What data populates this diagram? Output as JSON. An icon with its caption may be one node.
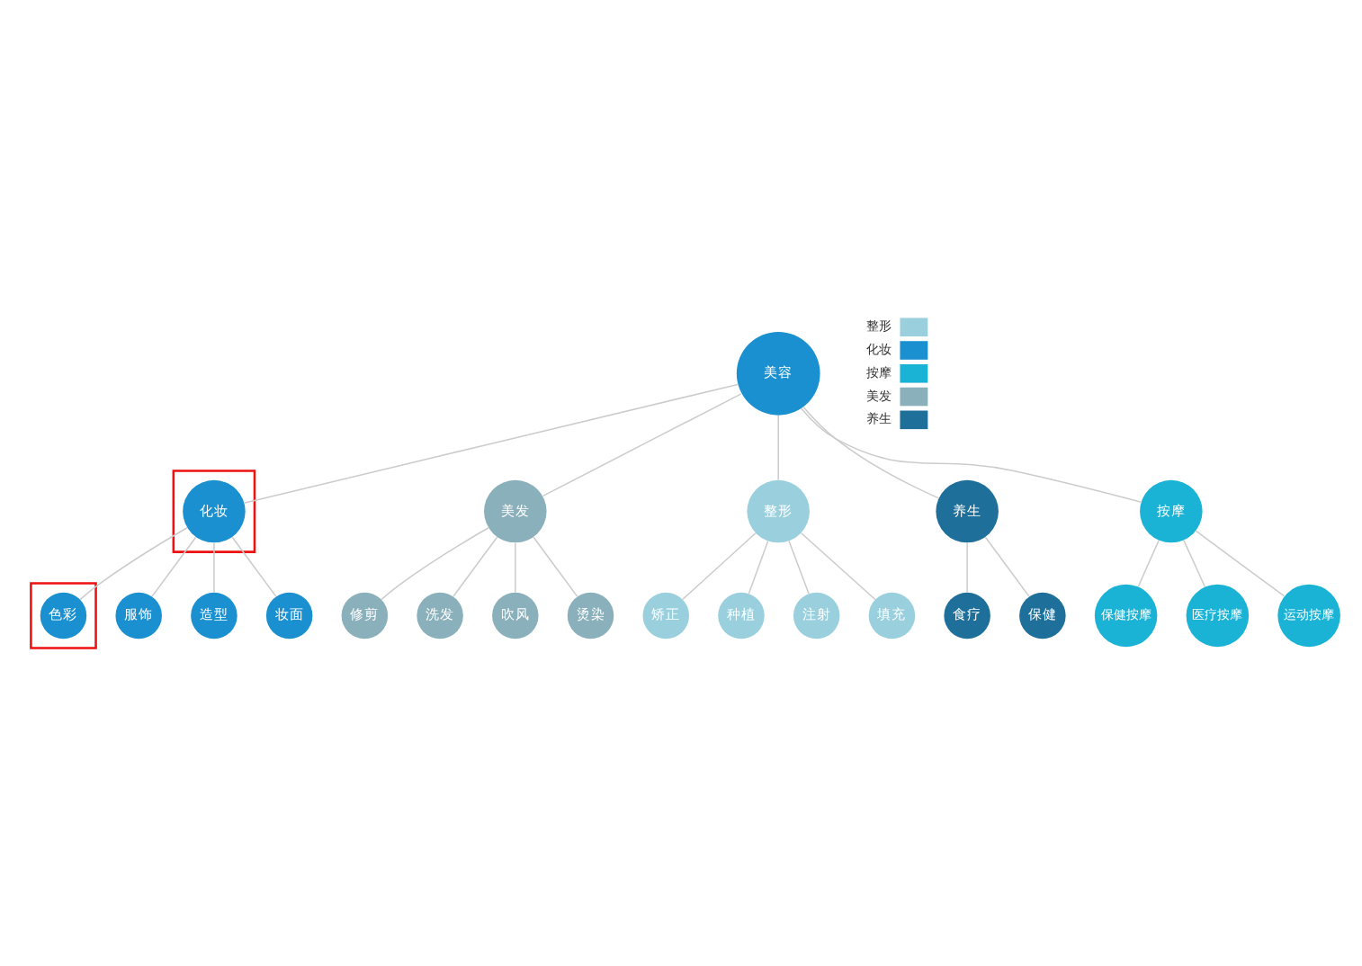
{
  "diagram": {
    "nodes": [
      {
        "text": [
          "美容"
        ]
      },
      {
        "text": [],
        "shape": "box"
      },
      {
        "text": [
          "化妆"
        ],
        "in": 1
      },
      {
        "text": [],
        "shape": "box"
      },
      {
        "text": [
          "色彩"
        ],
        "in": 3
      },
      {
        "text": [
          "服饰"
        ]
      },
      {
        "text": [
          "造型"
        ]
      },
      {
        "text": [
          "妆面"
        ]
      },
      {
        "text": [
          "美发"
        ]
      },
      {
        "text": [
          "修剪"
        ]
      },
      {
        "text": [
          "洗发"
        ]
      },
      {
        "text": [
          "吹风"
        ]
      },
      {
        "text": [
          "烫染"
        ]
      },
      {
        "text": [
          "整形"
        ]
      },
      {
        "text": [
          "矫正"
        ]
      },
      {
        "text": [
          "种植"
        ]
      },
      {
        "text": [
          "注射"
        ]
      },
      {
        "text": [
          "填充"
        ]
      },
      {
        "text": [
          "养生"
        ]
      },
      {
        "text": [
          "食疗"
        ]
      },
      {
        "text": [
          "保健"
        ]
      },
      {
        "text": [
          "按摩"
        ]
      },
      {
        "text": [
          "保健按摩"
        ]
      },
      {
        "text": [
          "医疗按摩"
        ]
      },
      {
        "text": [
          "运动按摩"
        ]
      }
    ],
    "edges": [
      {
        "from": 0,
        "to": 2,
        "arrow": "none"
      },
      {
        "from": 2,
        "to": 4,
        "arrow": "none"
      },
      {
        "from": 2,
        "to": 5,
        "arrow": "none"
      },
      {
        "from": 2,
        "to": 6,
        "arrow": "none"
      },
      {
        "from": 2,
        "to": 7,
        "arrow": "none"
      },
      {
        "from": 0,
        "to": 8,
        "arrow": "none"
      },
      {
        "from": 8,
        "to": 9,
        "arrow": "none"
      },
      {
        "from": 8,
        "to": 10,
        "arrow": "none"
      },
      {
        "from": 8,
        "to": 11,
        "arrow": "none"
      },
      {
        "from": 8,
        "to": 12,
        "arrow": "none"
      },
      {
        "from": 0,
        "to": 13,
        "arrow": "none"
      },
      {
        "from": 13,
        "to": 14,
        "arrow": "none"
      },
      {
        "from": 13,
        "to": 15,
        "arrow": "none"
      },
      {
        "from": 13,
        "to": 16,
        "arrow": "none"
      },
      {
        "from": 13,
        "to": 17,
        "arrow": "none"
      },
      {
        "from": 0,
        "to": 18,
        "arrow": "none"
      },
      {
        "from": 18,
        "to": 19,
        "arrow": "none"
      },
      {
        "from": 18,
        "to": 20,
        "arrow": "none"
      },
      {
        "from": 0,
        "to": 21,
        "arrow": "none"
      },
      {
        "from": 21,
        "to": 22,
        "arrow": "none"
      },
      {
        "from": 21,
        "to": 23,
        "arrow": "none"
      },
      {
        "from": 21,
        "to": 24,
        "arrow": "none"
      }
    ],
    "legend": [
      {
        "text": "整形",
        "color": "#9ad0de"
      },
      {
        "text": "化妆",
        "color": "#1a90d0"
      },
      {
        "text": "按摩",
        "color": "#1ab3d6"
      },
      {
        "text": "美发",
        "color": "#8ab0bb"
      },
      {
        "text": "养生",
        "color": "#1e6f9a"
      }
    ]
  }
}
